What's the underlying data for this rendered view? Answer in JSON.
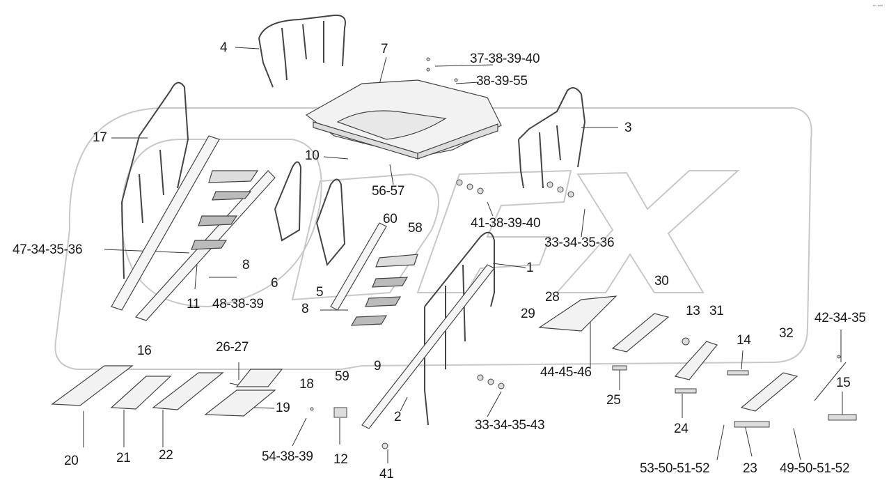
{
  "corner_mark": "ᵃⁿ ᵒᵒᵒ",
  "watermark": {
    "text": "OREX",
    "color": "#cccccc"
  },
  "labels": [
    {
      "id": "l4",
      "text": "4"
    },
    {
      "id": "l7",
      "text": "7"
    },
    {
      "id": "l37",
      "text": "37-38-39-40"
    },
    {
      "id": "l38",
      "text": "38-39-55"
    },
    {
      "id": "l3",
      "text": "3"
    },
    {
      "id": "l17",
      "text": "17"
    },
    {
      "id": "l10",
      "text": "10"
    },
    {
      "id": "l5657",
      "text": "56-57"
    },
    {
      "id": "l41a",
      "text": "41-38-39-40"
    },
    {
      "id": "l33a",
      "text": "33-34-35-36"
    },
    {
      "id": "l60",
      "text": "60"
    },
    {
      "id": "l58",
      "text": "58"
    },
    {
      "id": "l47",
      "text": "47-34-35-36"
    },
    {
      "id": "l8a",
      "text": "8"
    },
    {
      "id": "l6",
      "text": "6"
    },
    {
      "id": "l5",
      "text": "5"
    },
    {
      "id": "l1",
      "text": "1"
    },
    {
      "id": "l30",
      "text": "30"
    },
    {
      "id": "l11",
      "text": "11"
    },
    {
      "id": "l48",
      "text": "48-38-39"
    },
    {
      "id": "l28",
      "text": "28"
    },
    {
      "id": "l29",
      "text": "29"
    },
    {
      "id": "l13",
      "text": "13"
    },
    {
      "id": "l31",
      "text": "31"
    },
    {
      "id": "l32",
      "text": "32"
    },
    {
      "id": "l42",
      "text": "42-34-35"
    },
    {
      "id": "l8b",
      "text": "8"
    },
    {
      "id": "l16",
      "text": "16"
    },
    {
      "id": "l14",
      "text": "14"
    },
    {
      "id": "l2627",
      "text": "26-27"
    },
    {
      "id": "l9",
      "text": "9"
    },
    {
      "id": "l44",
      "text": "44-45-46"
    },
    {
      "id": "l59",
      "text": "59"
    },
    {
      "id": "l18",
      "text": "18"
    },
    {
      "id": "l25",
      "text": "25"
    },
    {
      "id": "l15",
      "text": "15"
    },
    {
      "id": "l19",
      "text": "19"
    },
    {
      "id": "l2",
      "text": "2"
    },
    {
      "id": "l33b",
      "text": "33-34-35-43"
    },
    {
      "id": "l24",
      "text": "24"
    },
    {
      "id": "l54",
      "text": "54-38-39"
    },
    {
      "id": "l12",
      "text": "12"
    },
    {
      "id": "l20",
      "text": "20"
    },
    {
      "id": "l21",
      "text": "21"
    },
    {
      "id": "l22",
      "text": "22"
    },
    {
      "id": "l53",
      "text": "53-50-51-52"
    },
    {
      "id": "l23",
      "text": "23"
    },
    {
      "id": "l49",
      "text": "49-50-51-52"
    },
    {
      "id": "l41b",
      "text": "41"
    }
  ]
}
